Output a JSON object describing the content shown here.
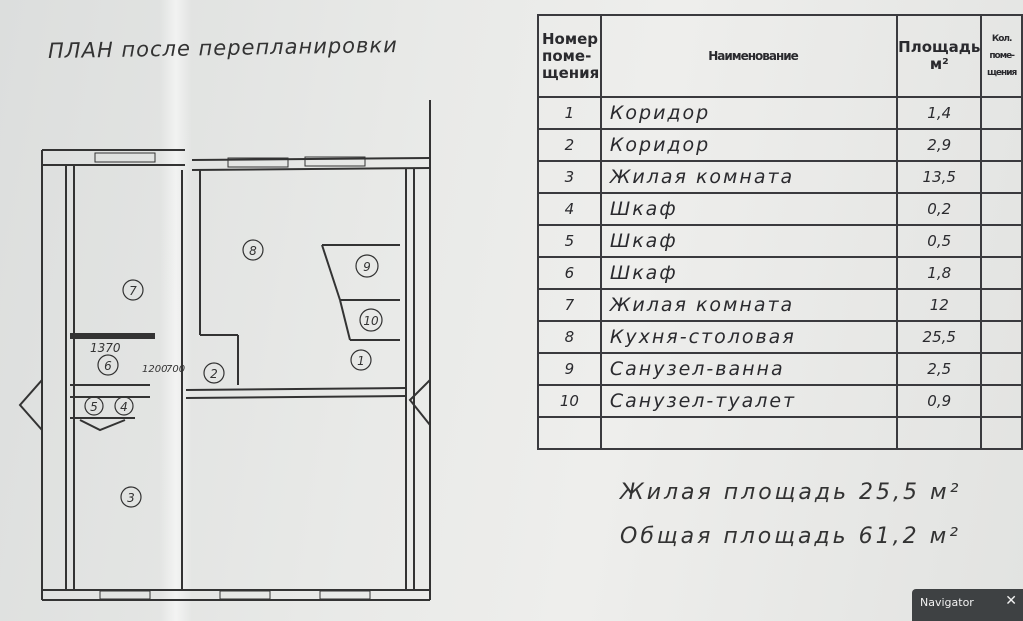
{
  "plan": {
    "title": "ПЛАН после перепланировки",
    "room_labels": [
      "7",
      "8",
      "9",
      "10",
      "1",
      "2",
      "6",
      "5",
      "4",
      "3"
    ],
    "dimensions": [
      "1370",
      "1200",
      "700"
    ]
  },
  "table": {
    "headers": [
      "Номер поме-щения",
      "Наименование",
      "Площадь м²",
      "Кол. поме-щения"
    ],
    "rows": [
      {
        "num": "1",
        "name": "Коридор",
        "area": "1,4"
      },
      {
        "num": "2",
        "name": "Коридор",
        "area": "2,9"
      },
      {
        "num": "3",
        "name": "Жилая комната",
        "area": "13,5"
      },
      {
        "num": "4",
        "name": "Шкаф",
        "area": "0,2"
      },
      {
        "num": "5",
        "name": "Шкаф",
        "area": "0,5"
      },
      {
        "num": "6",
        "name": "Шкаф",
        "area": "1,8"
      },
      {
        "num": "7",
        "name": "Жилая комната",
        "area": "12"
      },
      {
        "num": "8",
        "name": "Кухня-столовая",
        "area": "25,5"
      },
      {
        "num": "9",
        "name": "Санузел-ванна",
        "area": "2,5"
      },
      {
        "num": "10",
        "name": "Санузел-туалет",
        "area": "0,9"
      }
    ]
  },
  "totals": {
    "living": "Жилая площадь   25,5 м²",
    "total": "Общая площадь   61,2 м²"
  },
  "navigator": {
    "label": "Navigator",
    "close_icon": "close-icon"
  }
}
